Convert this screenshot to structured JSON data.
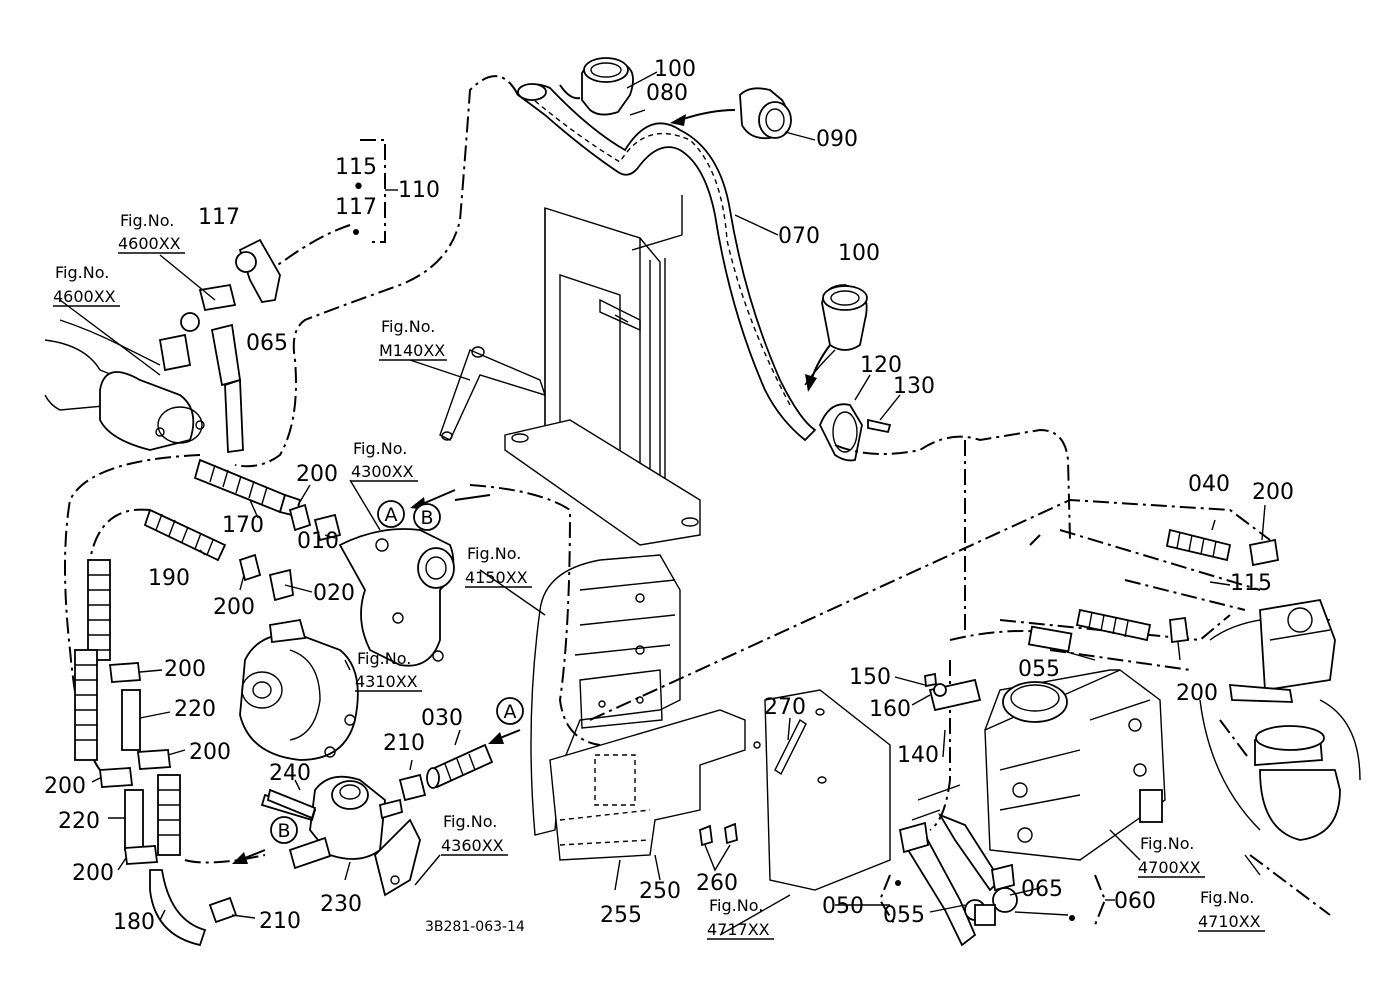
{
  "drawing_code": "3B281-063-14",
  "callouts": {
    "c100a": "100",
    "c080": "080",
    "c090": "090",
    "c070": "070",
    "c100b": "100",
    "c115a": "115",
    "c117a": "117",
    "c110": "110",
    "c117b": "117",
    "c065a": "065",
    "c120": "120",
    "c130": "130",
    "c200a": "200",
    "c170": "170",
    "c010": "010",
    "c190": "190",
    "c200b": "200",
    "c020": "020",
    "c040": "040",
    "c200c": "200",
    "c115b": "115",
    "c055a": "055",
    "c200d": "200",
    "c200e": "200",
    "c220a": "220",
    "c200f": "200",
    "c200g": "200",
    "c220b": "220",
    "c200h": "200",
    "c180": "180",
    "c210a": "210",
    "c210b": "210",
    "c230": "230",
    "c240": "240",
    "c030": "030",
    "c150": "150",
    "c160": "160",
    "c140": "140",
    "c270": "270",
    "c255": "255",
    "c250": "250",
    "c260": "260",
    "c050": "050",
    "c055b": "055",
    "c065b": "065",
    "c060": "060"
  },
  "dot_marker": "•",
  "refs": {
    "fig_label": "Fig.No.",
    "r4600a": "4600XX",
    "r4600b": "4600XX",
    "rM140": "M140XX",
    "r4300": "4300XX",
    "r4150": "4150XX",
    "r4310": "4310XX",
    "r4360": "4360XX",
    "r4700": "4700XX",
    "r4717": "4717XX",
    "r4710": "4710XX"
  },
  "connectors": {
    "a": "A",
    "b": "B"
  }
}
